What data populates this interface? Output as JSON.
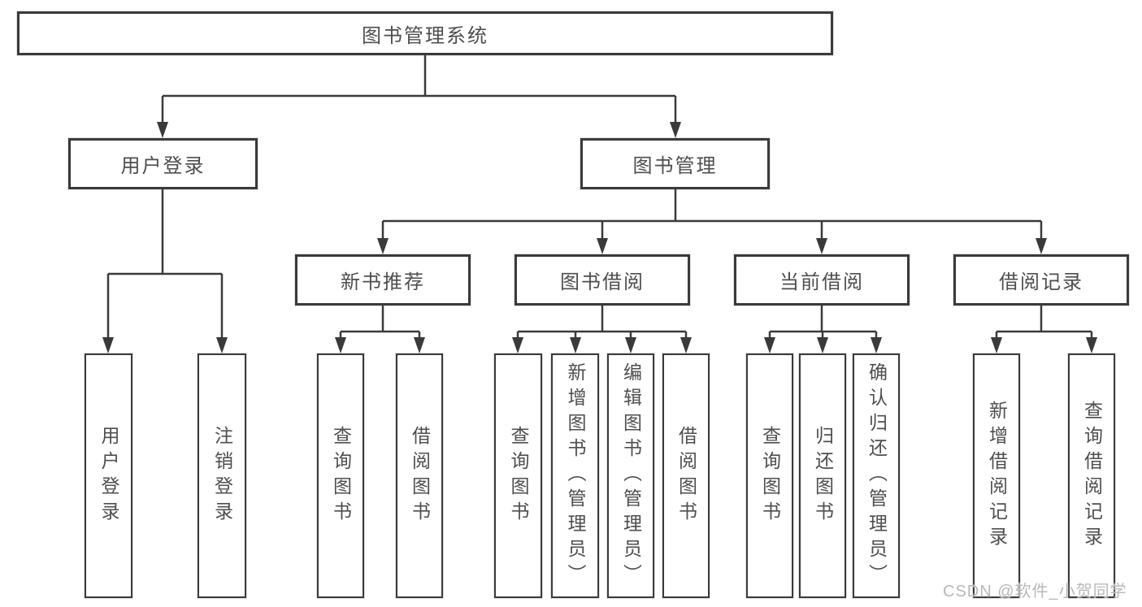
{
  "tree": {
    "root": "图书管理系统",
    "children": [
      {
        "label": "用户登录",
        "children": [
          "用户登录",
          "注销登录"
        ]
      },
      {
        "label": "图书管理",
        "children": [
          {
            "label": "新书推荐",
            "children": [
              "查询图书",
              "借阅图书"
            ]
          },
          {
            "label": "图书借阅",
            "children": [
              "查询图书",
              "新增图书（管理员）",
              "编辑图书（管理员）",
              "借阅图书"
            ]
          },
          {
            "label": "当前借阅",
            "children": [
              "查询图书",
              "归还图书",
              "确认归还（管理员）"
            ]
          },
          {
            "label": "借阅记录",
            "children": [
              "新增借阅记录",
              "查询借阅记录"
            ]
          }
        ]
      }
    ]
  },
  "watermark": "CSDN @软件_小贺同学",
  "colors": {
    "line": "#3a3a3a",
    "text": "#4e4e4e",
    "watermark": "#b8b8b8"
  }
}
